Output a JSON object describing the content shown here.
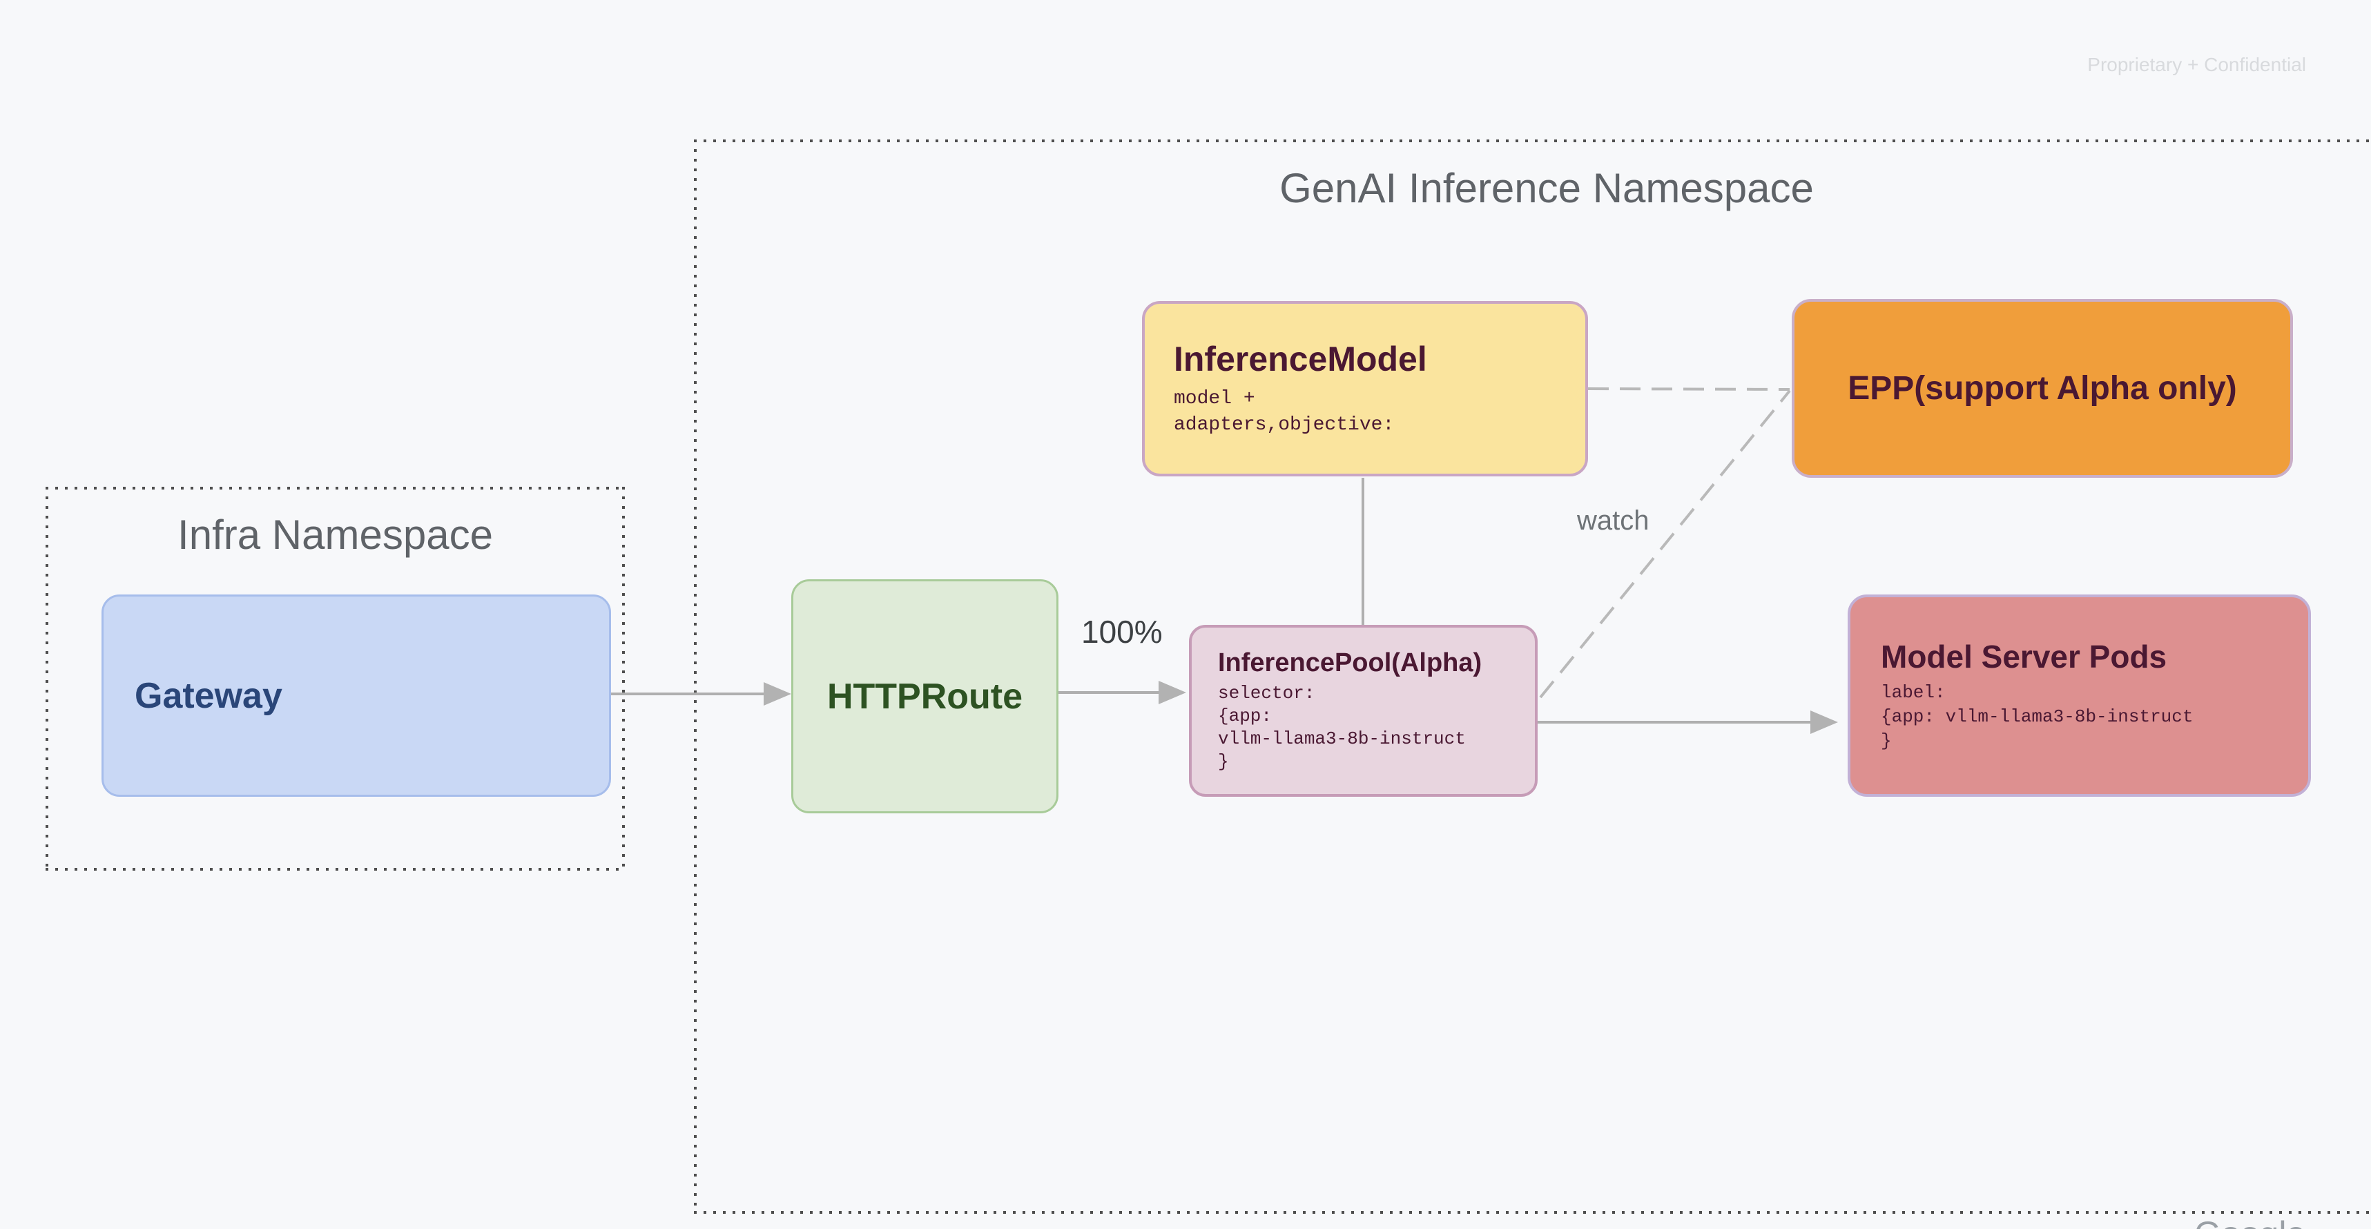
{
  "header": {
    "confidential_label": "Proprietary + Confidential"
  },
  "infra_namespace": {
    "title": "Infra Namespace",
    "gateway": {
      "label": "Gateway"
    }
  },
  "genai_namespace": {
    "title": "GenAI Inference Namespace",
    "httproute": {
      "label": "HTTPRoute"
    },
    "inference_model": {
      "title": "InferenceModel",
      "code_lines": [
        "model +",
        "adapters,objective:"
      ]
    },
    "epp": {
      "label": "EPP(support Alpha only)"
    },
    "inference_pool": {
      "title": "InferencePool(Alpha)",
      "code_lines": [
        "selector:",
        "{app:",
        "vllm-llama3-8b-instruct",
        "}"
      ]
    },
    "model_server_pods": {
      "title": "Model Server Pods",
      "code_lines": [
        "label:",
        "{app: vllm-llama3-8b-instruct",
        "}"
      ]
    }
  },
  "edges": {
    "route_weight_label": "100%",
    "watch_label": "watch"
  },
  "footer": {
    "watermark": "Google"
  },
  "colors": {
    "background": "#F7F8FA",
    "gateway_fill": "#C9D8F5",
    "gateway_border": "#A6BDEB",
    "gateway_text": "#2A4679",
    "httproute_fill": "#DFEBD8",
    "httproute_border": "#A8CB99",
    "httproute_text": "#2D5222",
    "inference_model_fill": "#FAE49E",
    "inference_pool_fill": "#E8D5DF",
    "epp_fill": "#F09E3B",
    "model_server_pods_fill": "#DD9090",
    "node_border_mauve": "#C9A6C4",
    "node_text_dark": "#4A1832",
    "namespace_title_text": "#5F6368",
    "connector_gray": "#AFAFAF",
    "dashed_gray": "#B9B9B9",
    "dotted_border": "#4E4E4E"
  }
}
